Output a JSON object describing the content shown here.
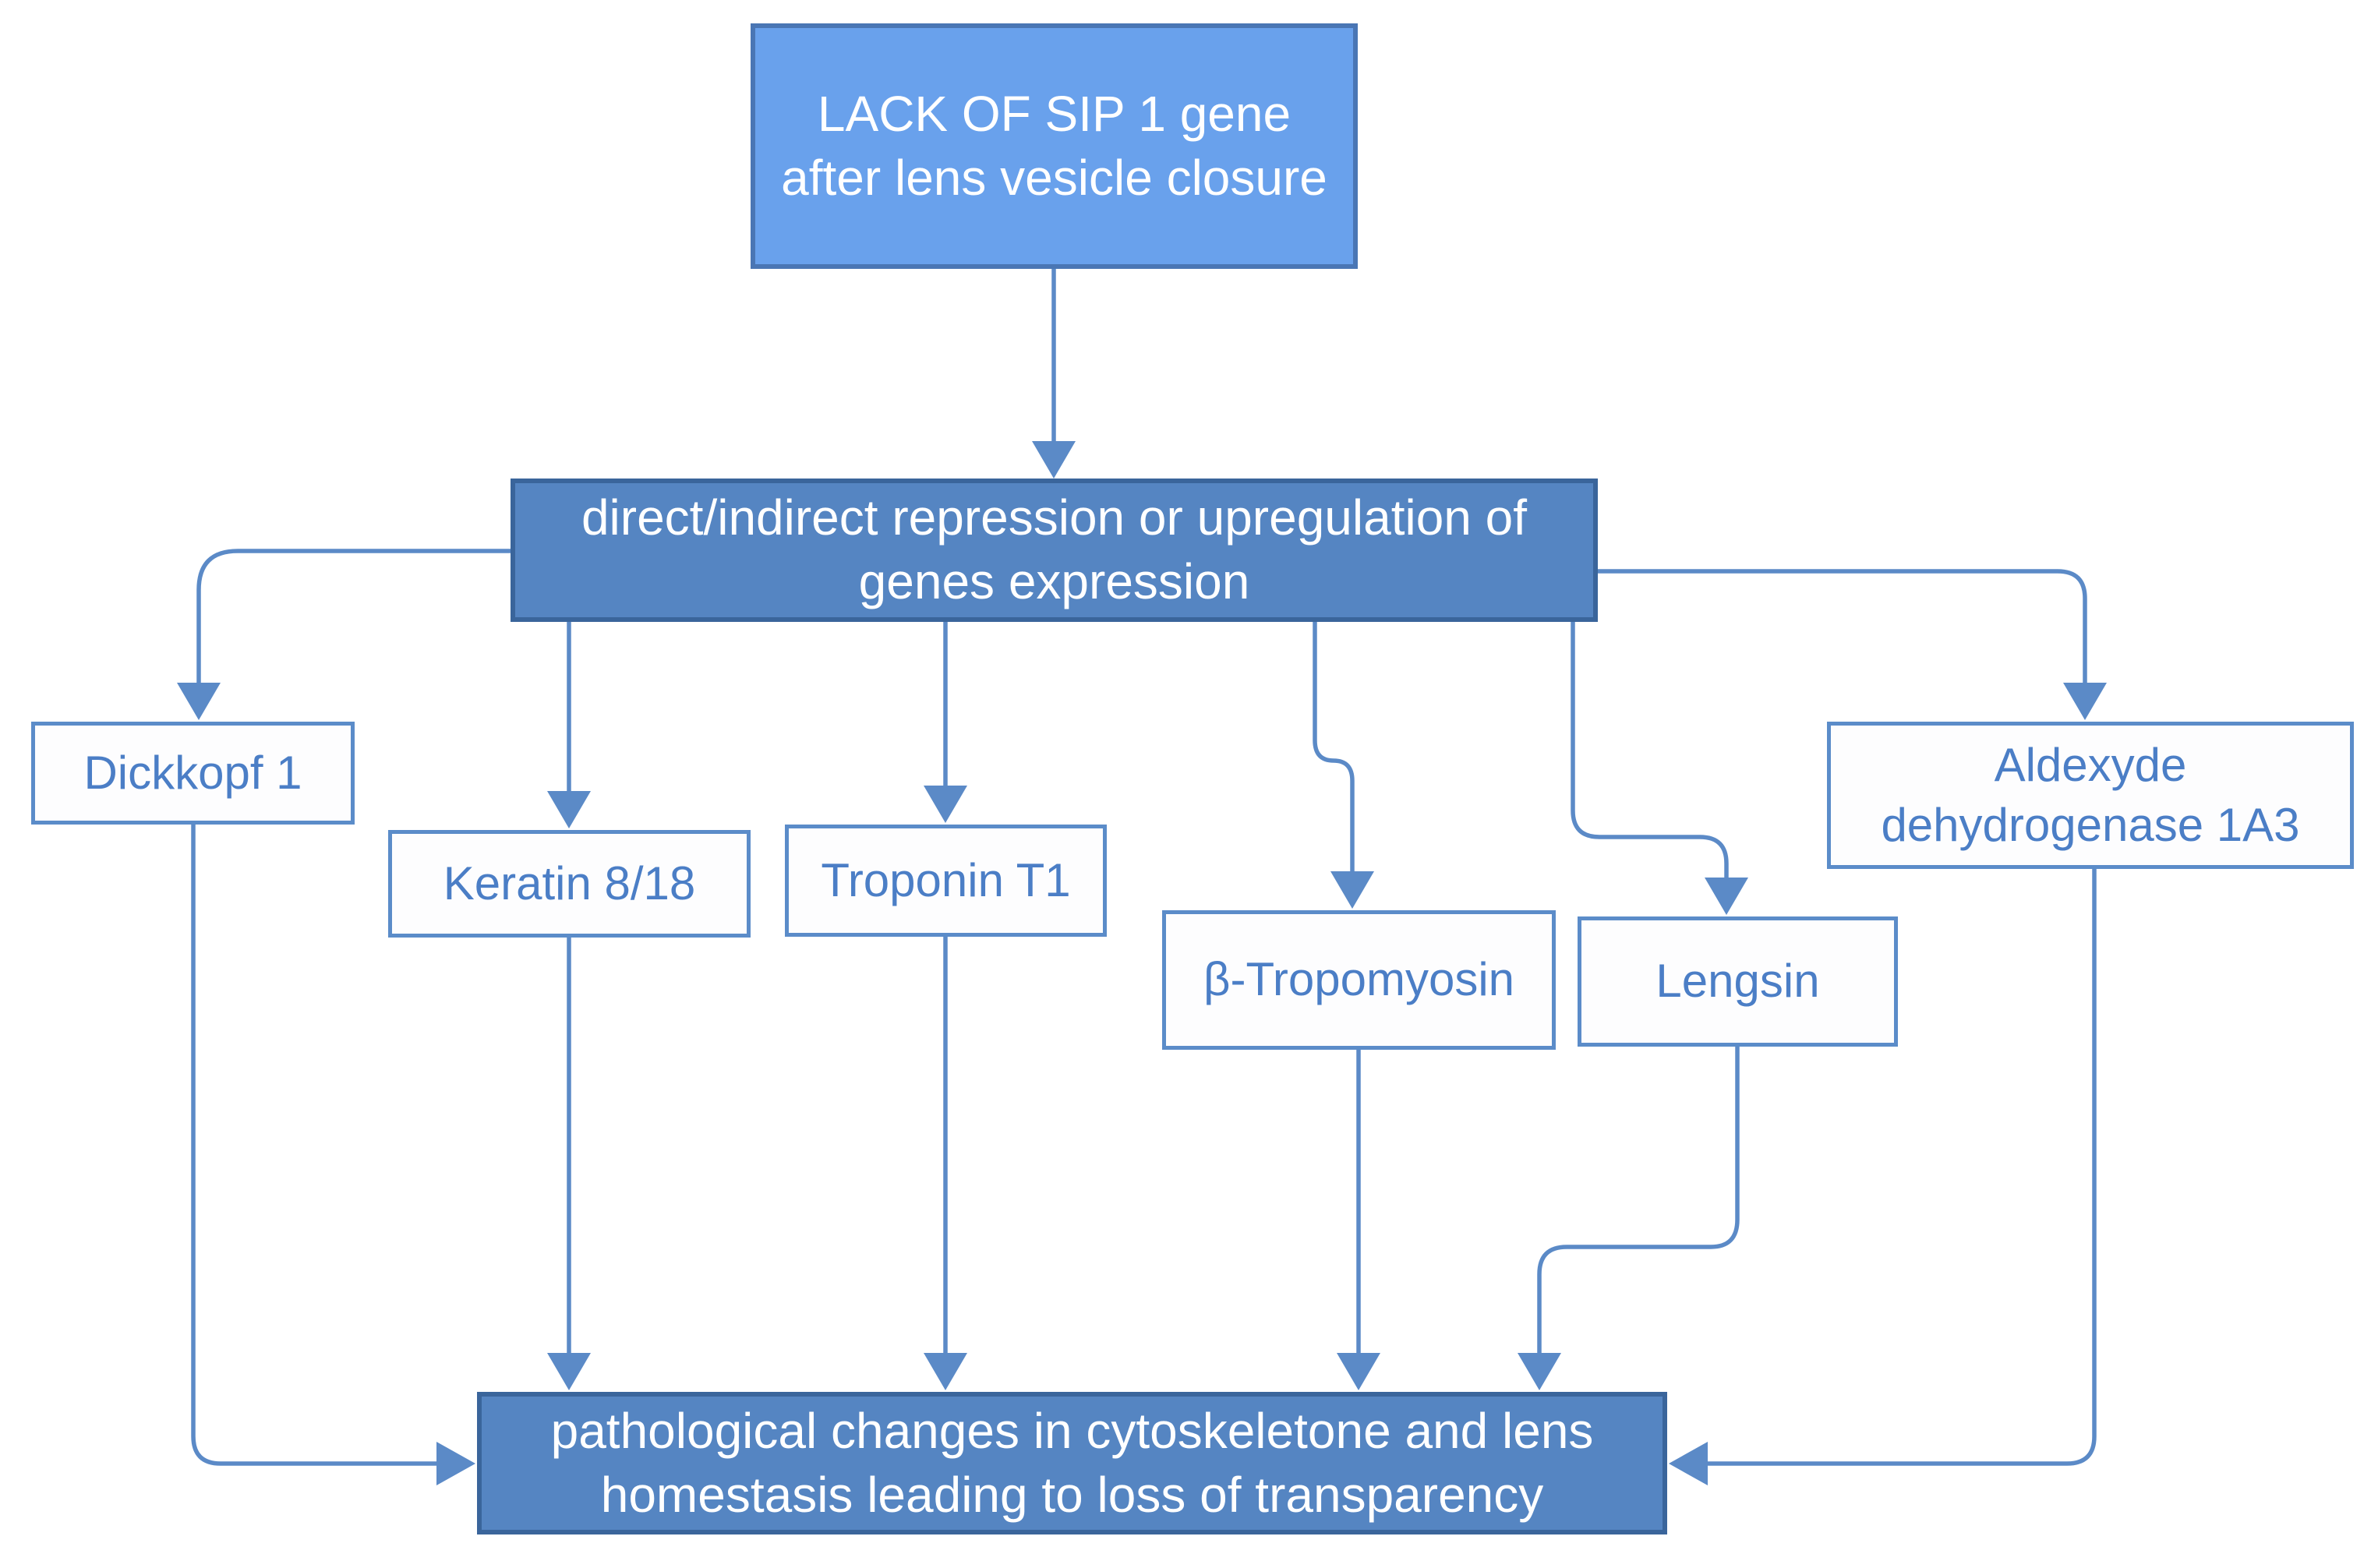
{
  "diagram": {
    "type": "flowchart",
    "nodes": {
      "lack_of_sip1": {
        "line1": "LACK OF SIP 1 gene",
        "line2": "after lens vesicle closure"
      },
      "repression": {
        "line1": "direct/indirect repression or upregulation of",
        "line2": "genes expression"
      },
      "dickkopf": {
        "label": "Dickkopf 1"
      },
      "keratin": {
        "label": "Keratin 8/18"
      },
      "troponin": {
        "label": "Troponin T1"
      },
      "tropomyosin": {
        "label": "β-Tropomyosin"
      },
      "lengsin": {
        "label": "Lengsin"
      },
      "aldexyde": {
        "line1": "Aldexyde",
        "line2": "dehydrogenase 1A3"
      },
      "pathological": {
        "line1": "pathological changes in cytoskeletone and lens",
        "line2": "homestasis leading to loss of transparency"
      }
    },
    "edges": [
      {
        "from": "lack_of_sip1",
        "to": "repression"
      },
      {
        "from": "repression",
        "to": "dickkopf"
      },
      {
        "from": "repression",
        "to": "keratin"
      },
      {
        "from": "repression",
        "to": "troponin"
      },
      {
        "from": "repression",
        "to": "tropomyosin"
      },
      {
        "from": "repression",
        "to": "lengsin"
      },
      {
        "from": "repression",
        "to": "aldexyde"
      },
      {
        "from": "dickkopf",
        "to": "pathological"
      },
      {
        "from": "keratin",
        "to": "pathological"
      },
      {
        "from": "troponin",
        "to": "pathological"
      },
      {
        "from": "tropomyosin",
        "to": "pathological"
      },
      {
        "from": "lengsin",
        "to": "pathological"
      },
      {
        "from": "aldexyde",
        "to": "pathological"
      }
    ],
    "colors": {
      "light_node_fill": "#69A1EC",
      "light_node_border": "#4A76B4",
      "dark_node_fill": "#5585C2",
      "dark_node_border": "#3A659B",
      "white_node_border": "#5B8CC9",
      "white_node_text": "#4B7EC6",
      "connector": "#5B8AC7",
      "text_on_dark": "#FFFFFF"
    }
  }
}
